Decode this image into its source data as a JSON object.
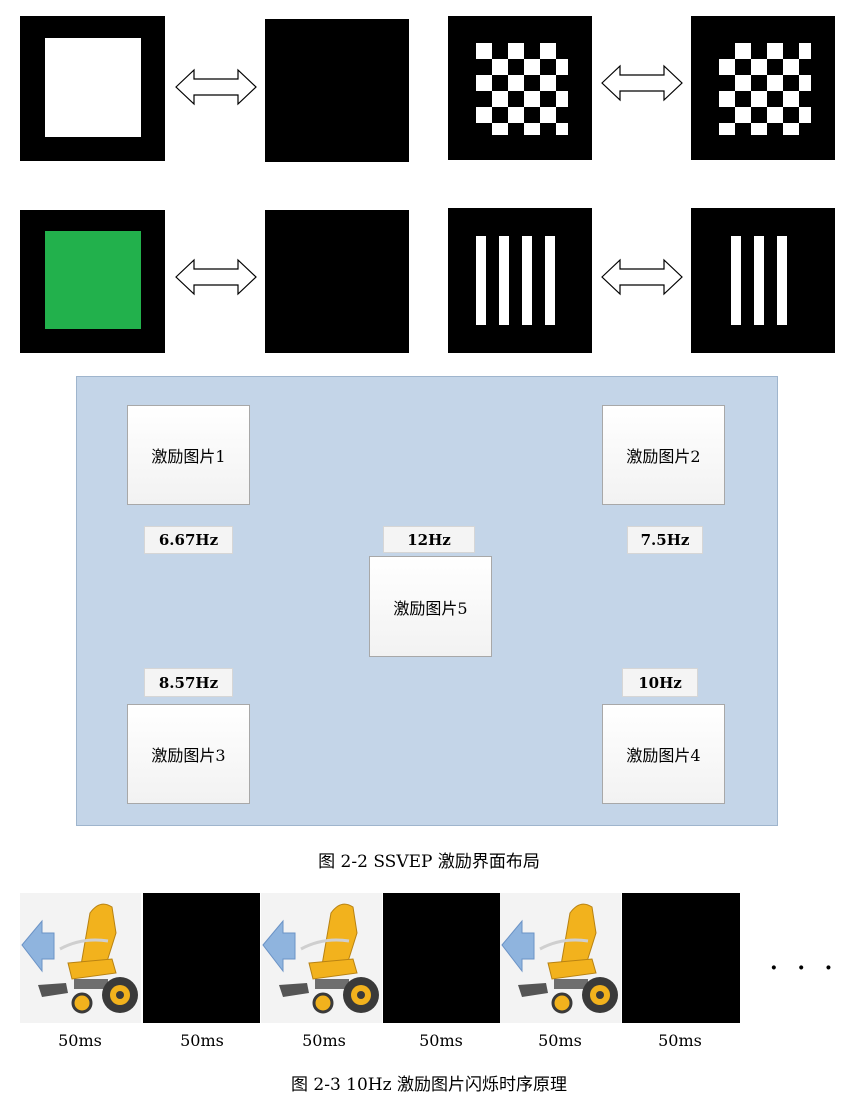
{
  "panel": {
    "stimuli": [
      {
        "label": "激励图片1"
      },
      {
        "label": "激励图片2"
      },
      {
        "label": "激励图片3"
      },
      {
        "label": "激励图片4"
      },
      {
        "label": "激励图片5"
      }
    ],
    "frequencies": [
      "6.67Hz",
      "7.5Hz",
      "8.57Hz",
      "10Hz",
      "12Hz"
    ]
  },
  "captions": {
    "fig_2_2": "图 2-2 SSVEP 激励界面布局",
    "fig_2_3": "图 2-3 10Hz 激励图片闪烁时序原理"
  },
  "timeline": {
    "durations": [
      "50ms",
      "50ms",
      "50ms",
      "50ms",
      "50ms",
      "50ms"
    ],
    "ellipsis": "· · ·"
  },
  "colors": {
    "green": "#22b14c",
    "panel_bg": "#c4d5e8",
    "arrow_blue": "#8fb4de",
    "chair_yellow": "#f2b21d"
  }
}
